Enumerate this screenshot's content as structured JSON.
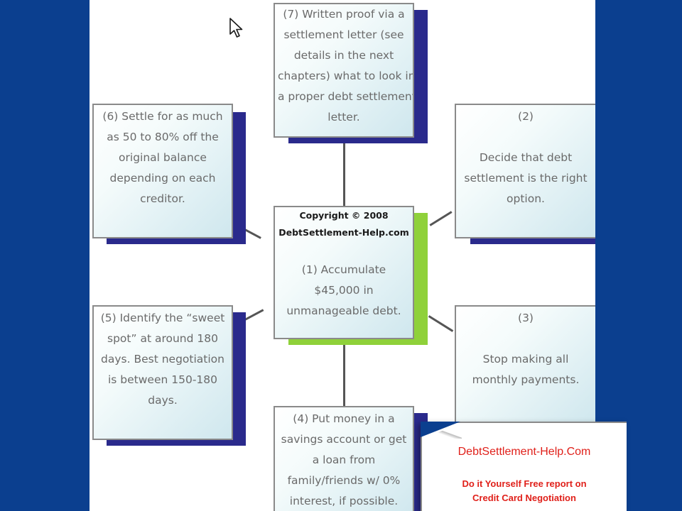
{
  "diagram": {
    "center": {
      "copyright": [
        "Copyright © 2008",
        "DebtSettlement-Help.com"
      ],
      "lines": [
        "(1) Accumulate",
        "$45,000  in",
        "unmanageable debt."
      ]
    },
    "steps": [
      {
        "id": "step-2",
        "lines": [
          "(2)",
          "",
          "Decide that debt",
          "settlement is the right",
          "option."
        ]
      },
      {
        "id": "step-3",
        "lines": [
          "(3)",
          "",
          "Stop making all",
          "monthly payments."
        ]
      },
      {
        "id": "step-4",
        "lines": [
          "(4) Put money in a",
          "savings account or get",
          "a loan from",
          "family/friends w/ 0%",
          "interest, if possible."
        ]
      },
      {
        "id": "step-5",
        "lines": [
          "(5) Identify the “sweet",
          "spot” at around 180",
          "days. Best negotiation",
          "is between 150-180",
          "days."
        ]
      },
      {
        "id": "step-6",
        "lines": [
          "(6) Settle for as much",
          "as 50 to 80% off the",
          "original balance",
          "depending on each",
          "creditor."
        ]
      },
      {
        "id": "step-7",
        "lines": [
          "(7) Written proof via a",
          "settlement letter (see",
          "details in the next",
          "chapters) what to look in",
          "a proper debt settlement",
          "letter."
        ]
      }
    ]
  },
  "ad": {
    "title": "DebtSettlement-Help.Com",
    "line1": "Do it Yourself  Free report on",
    "line2": "Credit Card Negotiation"
  },
  "colors": {
    "outer_background": "#0b3f8f",
    "slide_background": "#ffffff",
    "box_shadow": "#2a2a8c",
    "center_shadow": "#8fd13a",
    "box_text": "#6a6a6a",
    "ad_text": "#e0201a"
  }
}
